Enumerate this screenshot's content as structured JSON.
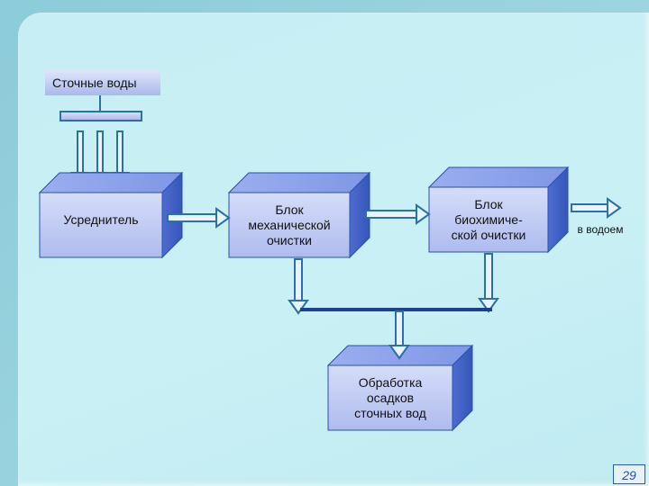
{
  "diagram": {
    "source_label": "Сточные воды",
    "blocks": {
      "equalizer": "Усреднитель",
      "mechanical": "Блок\nмеханической\nочистки",
      "biochemical": "Блок\nбиохимиче-\nской очистки",
      "sludge": "Обработка\nосадков\nсточных вод"
    },
    "outlet_label": "в водоем"
  },
  "page_number": "29",
  "colors": {
    "box_front": "#c4ccf4",
    "box_side": "#4f6fcf",
    "arrow": "#2d6fa8",
    "background": "#c6eef4"
  }
}
